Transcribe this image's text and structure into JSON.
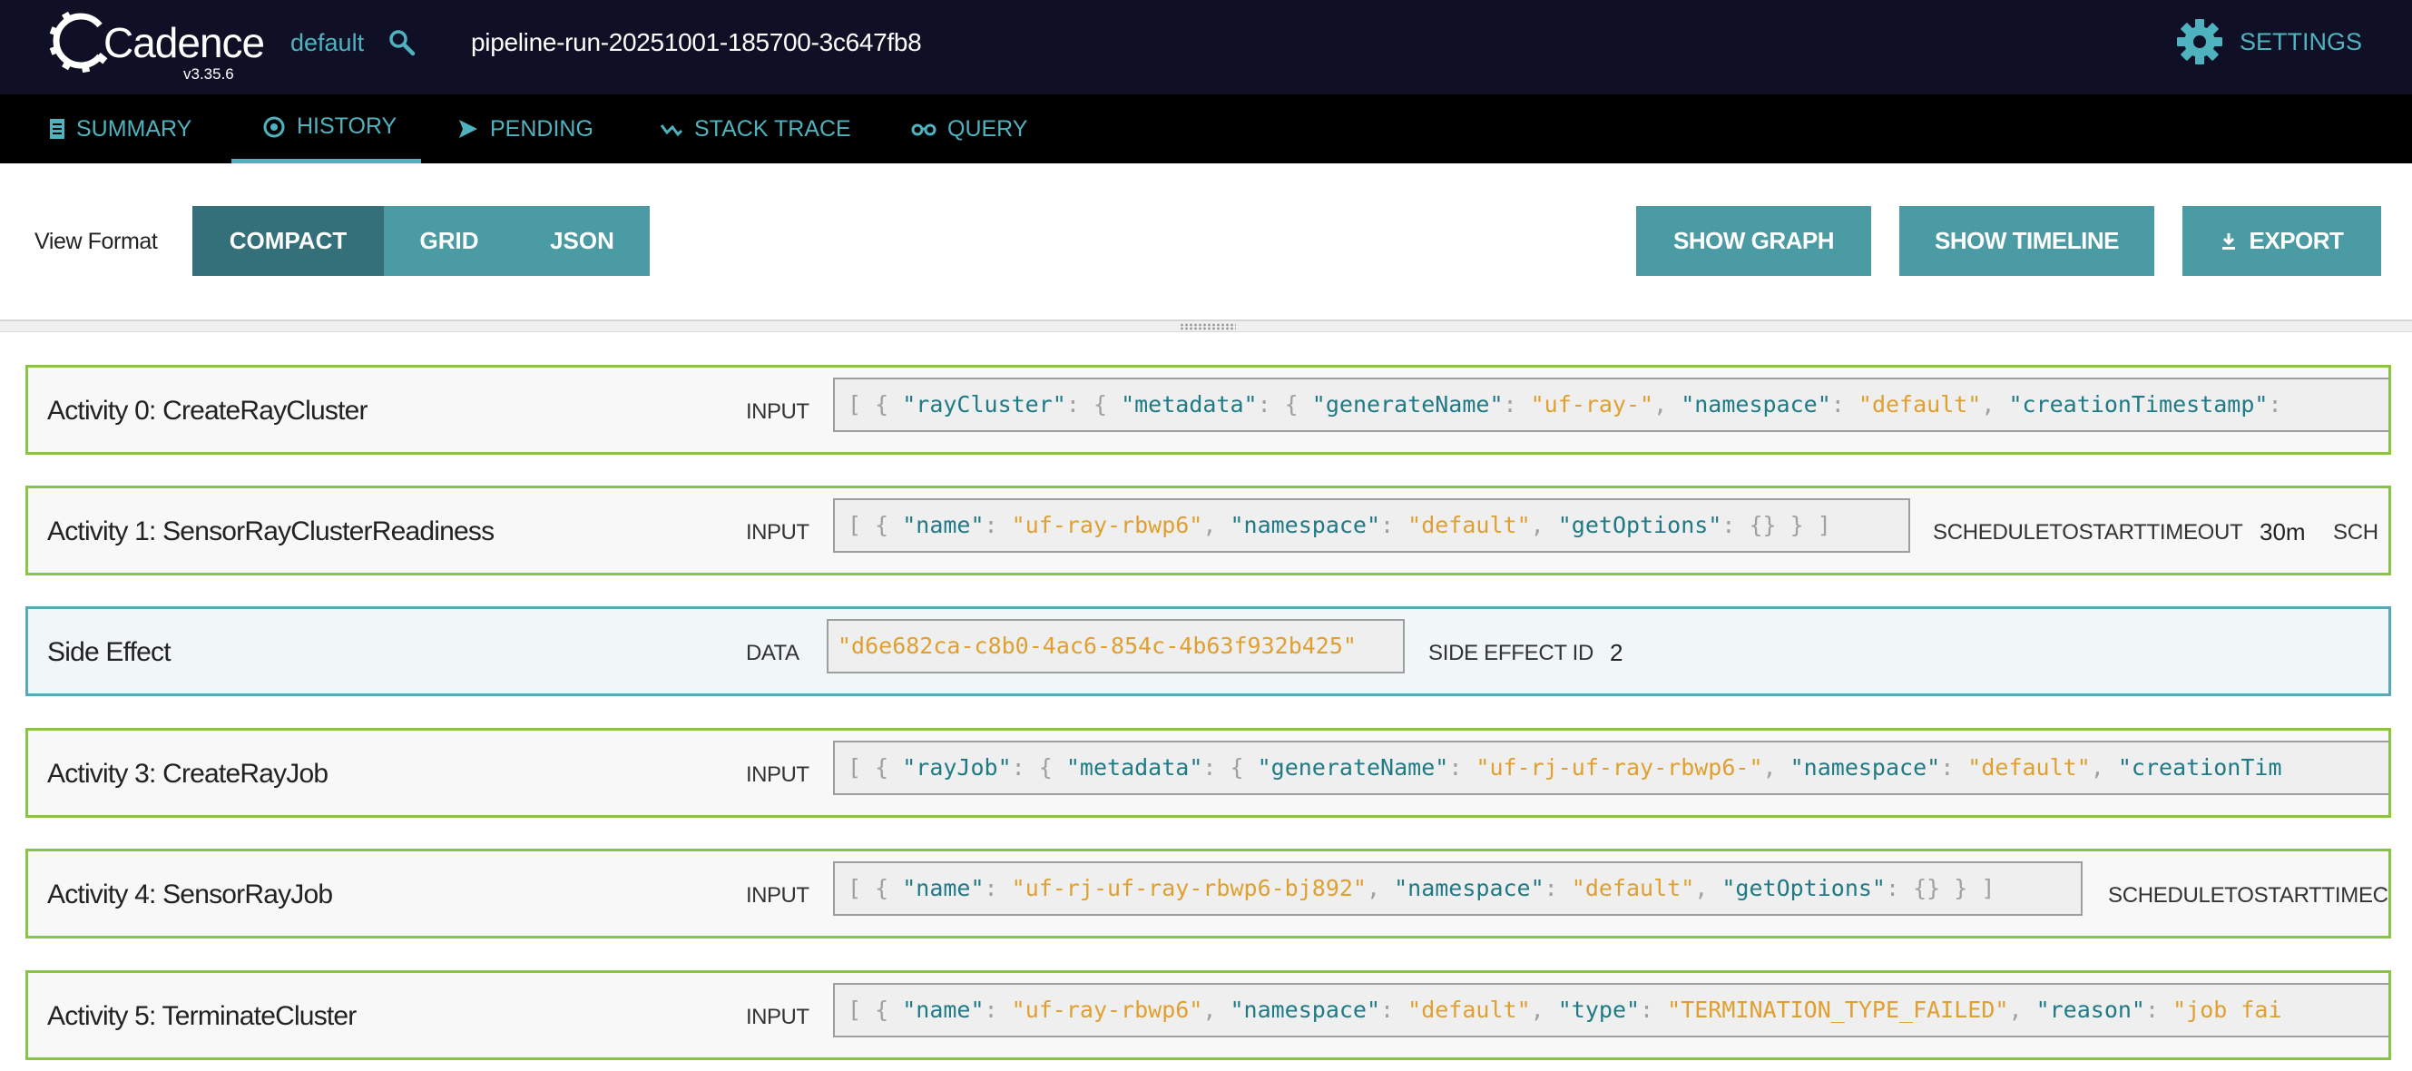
{
  "app": {
    "logo_text": "Cadence",
    "version": "v3.35.6",
    "domain": "default",
    "workflow_id": "pipeline-run-20251001-185700-3c647fb8",
    "settings_label": "SETTINGS",
    "accent_color": "#4fb3bf"
  },
  "nav": {
    "tabs": [
      {
        "label": "SUMMARY",
        "icon": "document-icon"
      },
      {
        "label": "HISTORY",
        "icon": "history-icon",
        "active": true
      },
      {
        "label": "PENDING",
        "icon": "send-icon"
      },
      {
        "label": "STACK TRACE",
        "icon": "trace-icon"
      },
      {
        "label": "QUERY",
        "icon": "glasses-icon"
      }
    ]
  },
  "toolbar": {
    "view_format_label": "View Format",
    "formats": [
      "COMPACT",
      "GRID",
      "JSON"
    ],
    "active_format": "COMPACT",
    "show_graph": "SHOW GRAPH",
    "show_timeline": "SHOW TIMELINE",
    "export": "EXPORT"
  },
  "events": [
    {
      "title": "Activity 0: CreateRayCluster",
      "key": "INPUT",
      "code": [
        [
          "p",
          "[ { "
        ],
        [
          "k",
          "\"rayCluster\""
        ],
        [
          "p",
          ": { "
        ],
        [
          "k",
          "\"metadata\""
        ],
        [
          "p",
          ": { "
        ],
        [
          "k",
          "\"generateName\""
        ],
        [
          "p",
          ": "
        ],
        [
          "s",
          "\"uf-ray-\""
        ],
        [
          "p",
          ", "
        ],
        [
          "k",
          "\"namespace\""
        ],
        [
          "p",
          ": "
        ],
        [
          "s",
          "\"default\""
        ],
        [
          "p",
          ", "
        ],
        [
          "k",
          "\"creationTimestamp\""
        ],
        [
          "p",
          ":"
        ]
      ]
    },
    {
      "title": "Activity 1: SensorRayClusterReadiness",
      "key": "INPUT",
      "code": [
        [
          "p",
          "[ { "
        ],
        [
          "k",
          "\"name\""
        ],
        [
          "p",
          ": "
        ],
        [
          "s",
          "\"uf-ray-rbwp6\""
        ],
        [
          "p",
          ", "
        ],
        [
          "k",
          "\"namespace\""
        ],
        [
          "p",
          ": "
        ],
        [
          "s",
          "\"default\""
        ],
        [
          "p",
          ", "
        ],
        [
          "k",
          "\"getOptions\""
        ],
        [
          "p",
          ": {} } ]"
        ]
      ],
      "extra_label": "SCHEDULETOSTARTTIMEOUT",
      "extra_value": "30m",
      "extra_more": "SCH"
    },
    {
      "title": "Side Effect",
      "key": "DATA",
      "code": [
        [
          "s",
          "\"d6e682ca-c8b0-4ac6-854c-4b63f932b425\""
        ]
      ],
      "extra_label": "SIDE EFFECT ID",
      "extra_value": "2"
    },
    {
      "title": "Activity 3: CreateRayJob",
      "key": "INPUT",
      "code": [
        [
          "p",
          "[ { "
        ],
        [
          "k",
          "\"rayJob\""
        ],
        [
          "p",
          ": { "
        ],
        [
          "k",
          "\"metadata\""
        ],
        [
          "p",
          ": { "
        ],
        [
          "k",
          "\"generateName\""
        ],
        [
          "p",
          ": "
        ],
        [
          "s",
          "\"uf-rj-uf-ray-rbwp6-\""
        ],
        [
          "p",
          ", "
        ],
        [
          "k",
          "\"namespace\""
        ],
        [
          "p",
          ": "
        ],
        [
          "s",
          "\"default\""
        ],
        [
          "p",
          ", "
        ],
        [
          "k",
          "\"creationTim"
        ]
      ]
    },
    {
      "title": "Activity 4: SensorRayJob",
      "key": "INPUT",
      "code": [
        [
          "p",
          "[ { "
        ],
        [
          "k",
          "\"name\""
        ],
        [
          "p",
          ": "
        ],
        [
          "s",
          "\"uf-rj-uf-ray-rbwp6-bj892\""
        ],
        [
          "p",
          ", "
        ],
        [
          "k",
          "\"namespace\""
        ],
        [
          "p",
          ": "
        ],
        [
          "s",
          "\"default\""
        ],
        [
          "p",
          ", "
        ],
        [
          "k",
          "\"getOptions\""
        ],
        [
          "p",
          ": {} } ]"
        ]
      ],
      "extra_label": "SCHEDULETOSTARTTIMEC"
    },
    {
      "title": "Activity 5: TerminateCluster",
      "key": "INPUT",
      "code": [
        [
          "p",
          "[ { "
        ],
        [
          "k",
          "\"name\""
        ],
        [
          "p",
          ": "
        ],
        [
          "s",
          "\"uf-ray-rbwp6\""
        ],
        [
          "p",
          ", "
        ],
        [
          "k",
          "\"namespace\""
        ],
        [
          "p",
          ": "
        ],
        [
          "s",
          "\"default\""
        ],
        [
          "p",
          ", "
        ],
        [
          "k",
          "\"type\""
        ],
        [
          "p",
          ": "
        ],
        [
          "s",
          "\"TERMINATION_TYPE_FAILED\""
        ],
        [
          "p",
          ", "
        ],
        [
          "k",
          "\"reason\""
        ],
        [
          "p",
          ": "
        ],
        [
          "s",
          "\"job fai"
        ]
      ]
    }
  ]
}
